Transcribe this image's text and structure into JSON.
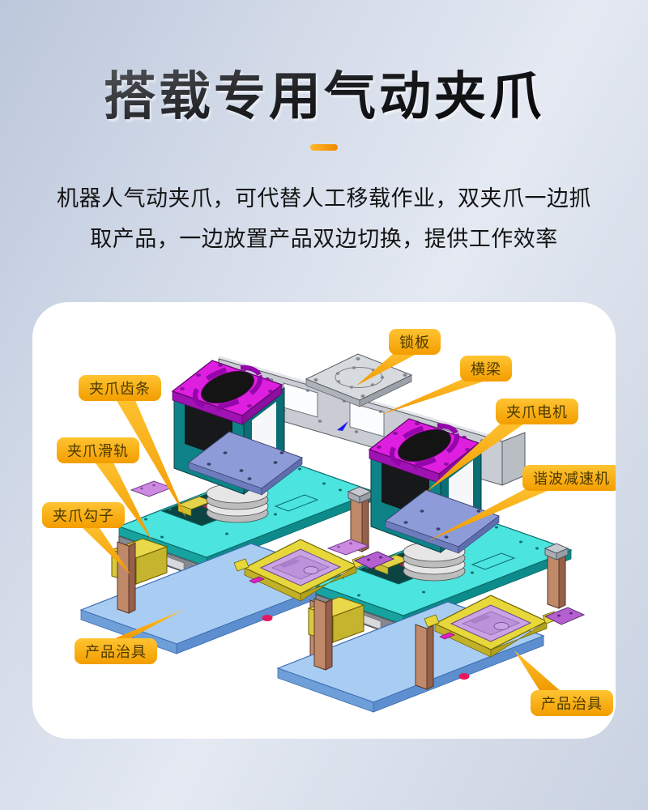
{
  "header": {
    "title": "搭载专用气动夹爪",
    "description_lines": [
      "机器人气动夹爪，可代替人工移载作业，双夹爪一边抓",
      "取产品，一边放置产品双边切换，提供工作效率"
    ]
  },
  "diagram": {
    "callouts": [
      {
        "id": "lock-plate",
        "label": "锁板"
      },
      {
        "id": "crossbeam",
        "label": "横梁"
      },
      {
        "id": "gripper-motor",
        "label": "夹爪电机"
      },
      {
        "id": "harmonic-reducer",
        "label": "谐波减速机"
      },
      {
        "id": "gripper-rack",
        "label": "夹爪齿条"
      },
      {
        "id": "gripper-slide-rail",
        "label": "夹爪滑轨"
      },
      {
        "id": "gripper-hook",
        "label": "夹爪勾子"
      },
      {
        "id": "product-jig-left",
        "label": "产品治具"
      },
      {
        "id": "product-jig-right",
        "label": "产品治具"
      }
    ],
    "colors": {
      "callout_bg_top": "#FFC431",
      "callout_bg_bottom": "#F39D00",
      "callout_text": "#4A3A00",
      "accent_orange": "#F59A00",
      "machine_cyan": "#4BE4DF",
      "machine_teal": "#0E8387",
      "machine_magenta": "#DF1FDF",
      "machine_periwinkle": "#8D9CD8",
      "machine_yellow": "#E6D73A",
      "machine_lavender": "#C9A3E3",
      "machine_blue_plate": "#A9CDF2",
      "machine_copper": "#C08A6A",
      "machine_gray": "#C9CCD2",
      "marker_red": "#E8175D"
    }
  }
}
